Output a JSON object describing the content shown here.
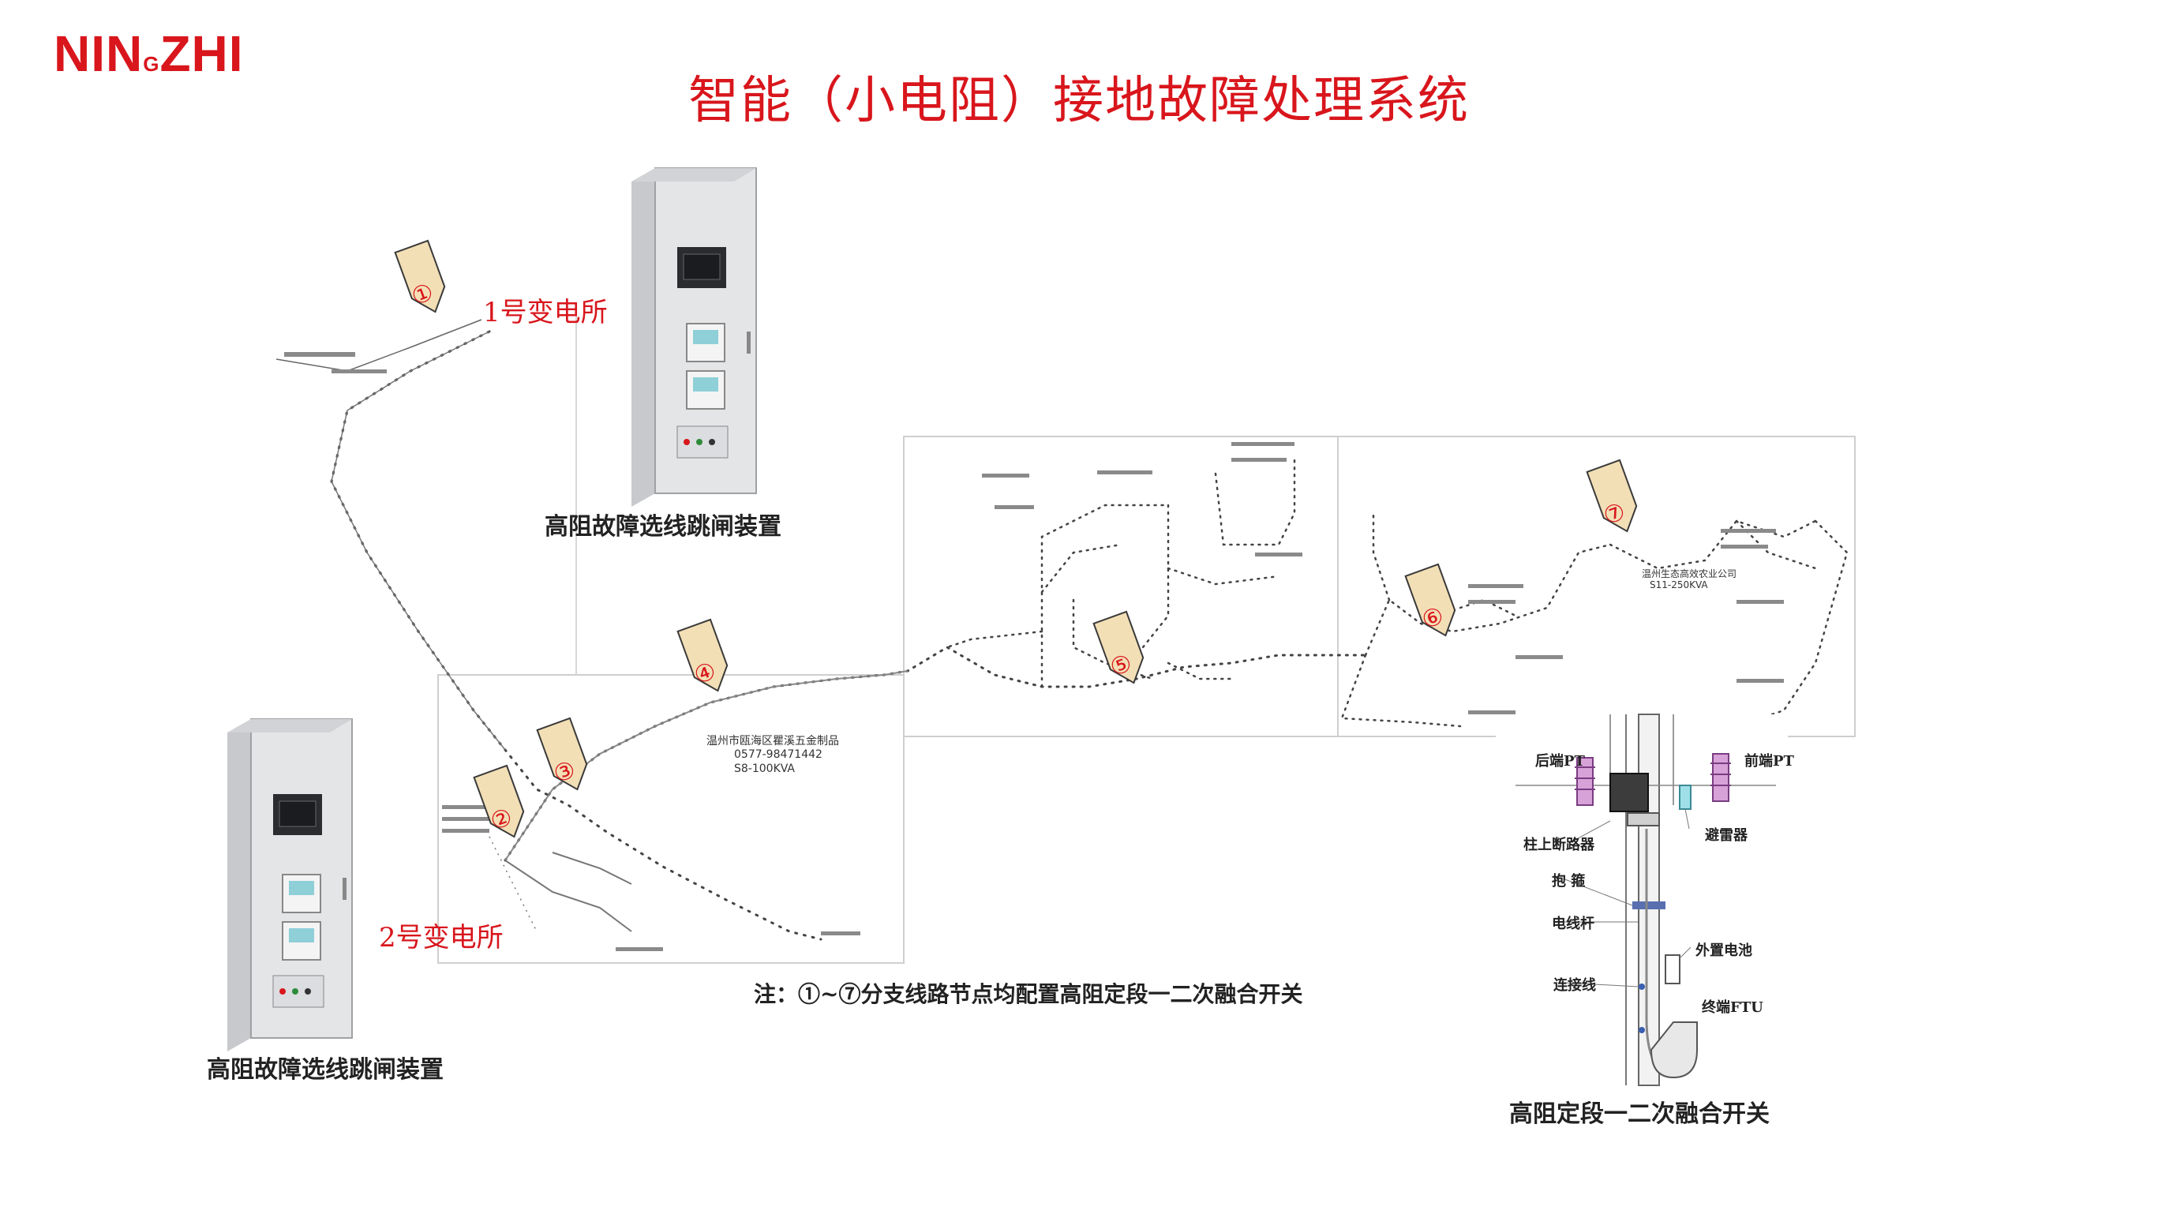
{
  "brand": {
    "name_part1": "NIN",
    "name_small": "G",
    "name_part2": "ZHI",
    "color": "#d8161c"
  },
  "title": "智能（小电阻）接地故障处理系统",
  "stations": {
    "s1": "1号变电所",
    "s2": "2号变电所"
  },
  "devices": {
    "cabinet_top": "高阻故障选线跳闸装置",
    "cabinet_bottom": "高阻故障选线跳闸装置"
  },
  "note": "注：①~⑦分支线路节点均配置高阻定段一二次融合开关",
  "switch_detail": {
    "caption": "高阻定段一二次融合开关",
    "labels": {
      "rear_pt": "后端PT",
      "front_pt": "前端PT",
      "breaker": "柱上断路器",
      "arrester": "避雷器",
      "hoop": "抱 箍",
      "pole": "电线杆",
      "battery": "外置电池",
      "connector": "连接线",
      "ftu": "终端FTU"
    }
  },
  "markers": [
    "①",
    "②",
    "③",
    "④",
    "⑤",
    "⑥",
    "⑦"
  ],
  "map_labels": {
    "addr": "温州市瓯海区瞿溪五金制品",
    "phone": "0577-98471442",
    "code": "S8-100KVA",
    "company": "温州生态高效农业公司",
    "company_code": "S11-250KVA"
  },
  "colors": {
    "accent": "#d8161c",
    "marker_fill": "#f3dfb6",
    "marker_stroke": "#3a3a3a"
  }
}
